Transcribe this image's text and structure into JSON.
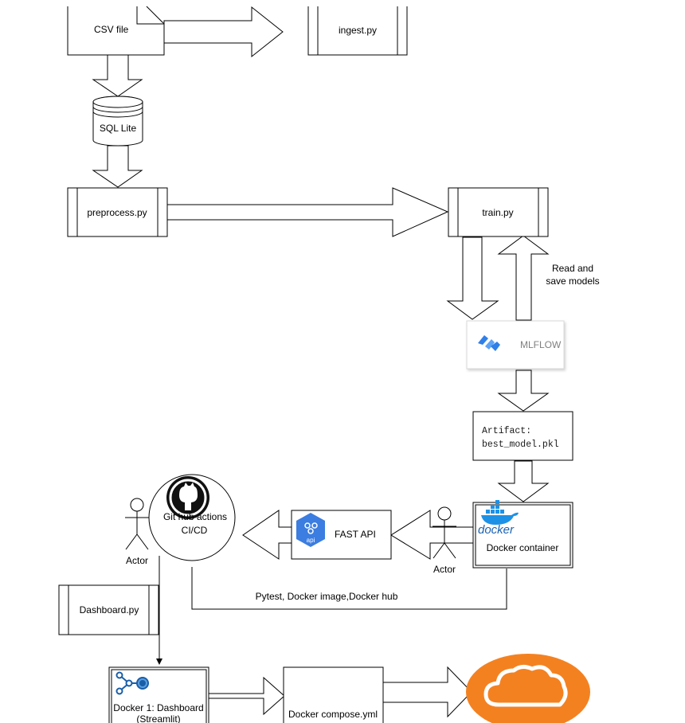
{
  "nodes": {
    "csv_file": "CSV file",
    "ingest": "ingest.py",
    "sql_lite": "SQL Lite",
    "preprocess": "preprocess.py",
    "train": "train.py",
    "mlflow": "MLFLOW",
    "artifact_line1": "Artifact:",
    "artifact_line2": "best_model.pkl",
    "docker_logo_text": "docker",
    "docker_container": "Docker container",
    "fast_api": "FAST API",
    "api_badge": "api",
    "github_line1": "Git hub actions",
    "github_line2": "CI/CD",
    "actor_left": "Actor",
    "actor_right": "Actor",
    "dashboard_py": "Dashboard.py",
    "docker1_line1": "Docker 1: Dashboard",
    "docker1_line2": "(Streamlit)",
    "docker_compose": "Docker compose.yml"
  },
  "labels": {
    "read_save_line1": "Read and",
    "read_save_line2": "save models",
    "pipeline_tests": "Pytest, Docker image,Docker hub"
  },
  "icons": {
    "github": "github-icon",
    "docker": "docker-whale-icon",
    "fastapi": "fastapi-icon",
    "mlflow": "mlflow-icon",
    "streamlit": "network-icon",
    "cloud": "cloud-icon"
  },
  "colors": {
    "docker_blue": "#1d91e6",
    "fastapi_blue": "#3b7de0",
    "cloud_orange": "#f48120",
    "mlflow_blue": "#2f7fe8"
  }
}
